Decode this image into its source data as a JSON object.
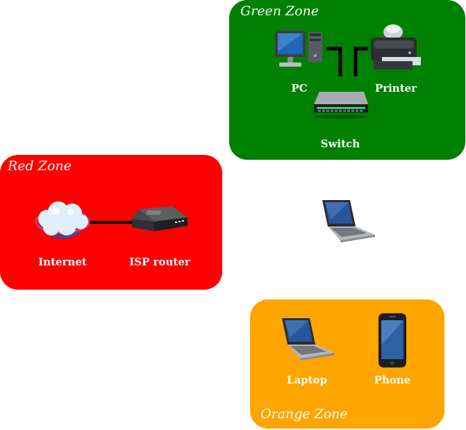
{
  "zones": {
    "green": {
      "title": "Green Zone",
      "color": "#008000"
    },
    "red": {
      "title": "Red Zone",
      "color": "#ff0000"
    },
    "orange": {
      "title": "Orange Zone",
      "color": "#ffa500"
    }
  },
  "devices": {
    "pc": {
      "label": "PC",
      "icon": "desktop-computer-icon"
    },
    "printer": {
      "label": "Printer",
      "icon": "printer-icon"
    },
    "switch": {
      "label": "Switch",
      "icon": "network-switch-icon"
    },
    "internet": {
      "label": "Internet",
      "icon": "globe-cloud-icon"
    },
    "isp_router": {
      "label": "ISP router",
      "icon": "router-icon"
    },
    "laptop": {
      "label": "Laptop",
      "icon": "laptop-icon"
    },
    "phone": {
      "label": "Phone",
      "icon": "smartphone-icon"
    },
    "unzoned_laptop": {
      "icon": "laptop-icon"
    }
  }
}
